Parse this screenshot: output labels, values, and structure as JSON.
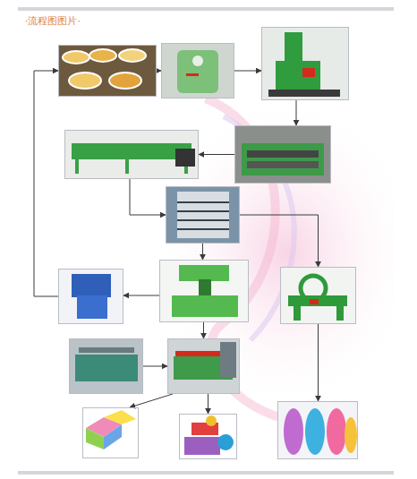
{
  "diagram": {
    "title": "·流程图图片·",
    "nodes": [
      {
        "text": []
      },
      {
        "text": []
      },
      {
        "text": []
      },
      {
        "text": []
      },
      {
        "text": []
      },
      {
        "text": []
      },
      {
        "text": []
      },
      {
        "text": []
      },
      {
        "text": []
      },
      {
        "text": []
      },
      {
        "text": []
      },
      {
        "text": []
      },
      {
        "text": []
      },
      {
        "text": []
      }
    ],
    "edges": [
      {
        "from": 0,
        "to": 1,
        "arrow": "to"
      },
      {
        "from": 1,
        "to": 2,
        "arrow": "to"
      },
      {
        "from": 2,
        "to": 3,
        "arrow": "to"
      },
      {
        "from": 3,
        "to": 4,
        "arrow": "to"
      },
      {
        "from": 4,
        "to": 5,
        "arrow": "to"
      },
      {
        "from": 5,
        "to": 6,
        "arrow": "to"
      },
      {
        "from": 5,
        "to": 8,
        "arrow": "to"
      },
      {
        "from": 6,
        "to": 7,
        "arrow": "to"
      },
      {
        "from": 7,
        "to": 0,
        "arrow": "to"
      },
      {
        "from": 6,
        "to": 10,
        "arrow": "to"
      },
      {
        "from": 9,
        "to": 10,
        "arrow": "to"
      },
      {
        "from": 10,
        "to": 11,
        "arrow": "to"
      },
      {
        "from": 10,
        "to": 12,
        "arrow": "to"
      },
      {
        "from": 8,
        "to": 13,
        "arrow": "to"
      }
    ]
  }
}
